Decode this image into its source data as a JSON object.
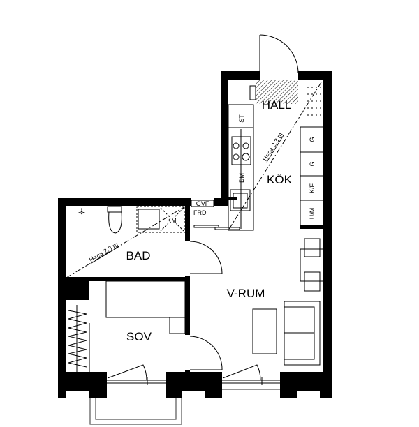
{
  "rooms": {
    "hall": "HALL",
    "kitchen": "KÖK",
    "bath": "BAD",
    "living": "V-RUM",
    "bedroom": "SOV"
  },
  "fixtures": {
    "stove_cabinet": "ST",
    "dishwasher": "DM",
    "gvf": "GVF",
    "frd": "FRD",
    "washer": "KM",
    "cabinets": [
      "G",
      "G",
      "K/F",
      "U/M"
    ]
  },
  "ceiling_height": [
    "H=ca 2,3 m",
    "H=ca 2,3 m"
  ]
}
